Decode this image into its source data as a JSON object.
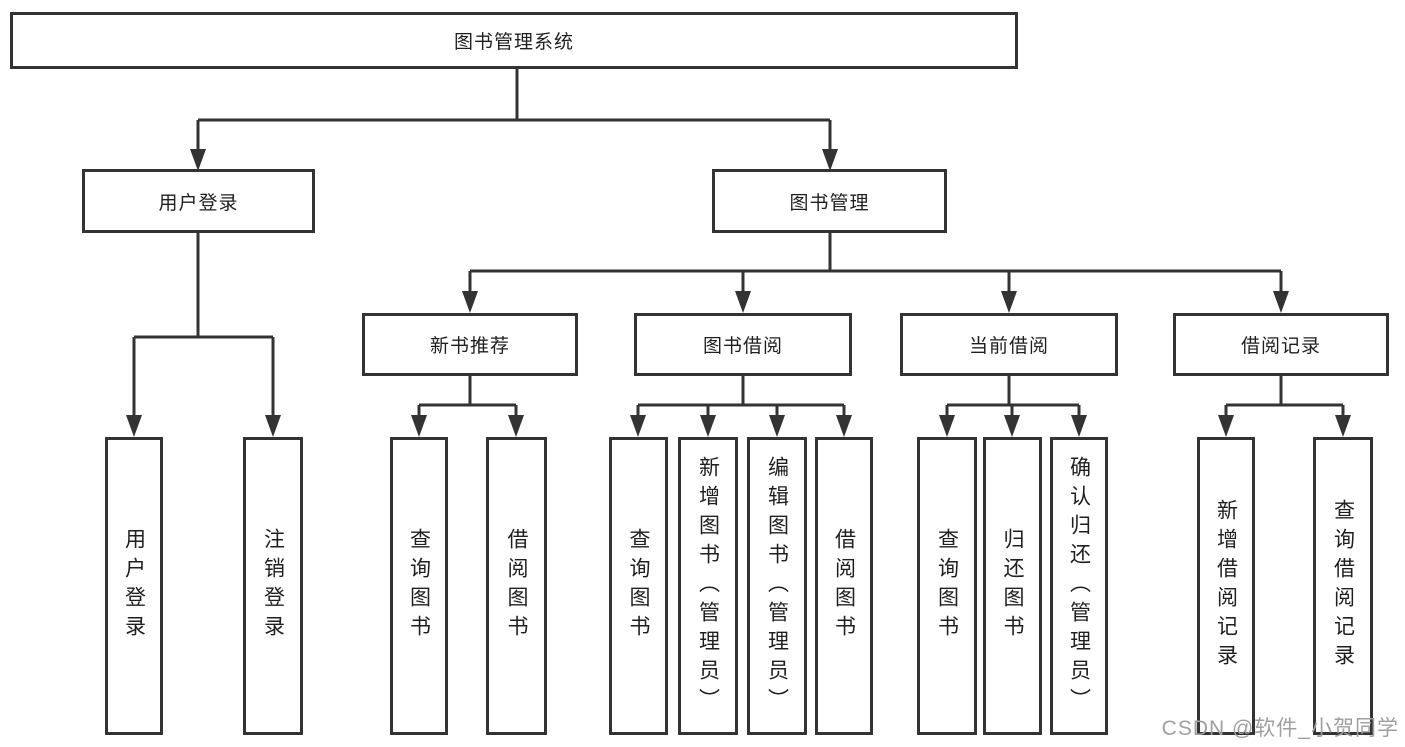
{
  "title": {
    "label": "图书管理系统"
  },
  "tree": {
    "userLogin": {
      "label": "用户登录",
      "leaves": [
        "用户登录",
        "注销登录"
      ]
    },
    "bookManagement": {
      "label": "图书管理"
    },
    "newBookRecommend": {
      "label": "新书推荐",
      "leaves": [
        "查询图书",
        "借阅图书"
      ]
    },
    "bookBorrow": {
      "label": "图书借阅",
      "leaves": [
        "查询图书",
        "新增图书（管理员）",
        "编辑图书（管理员）",
        "借阅图书"
      ]
    },
    "currentBorrow": {
      "label": "当前借阅",
      "leaves": [
        "查询图书",
        "归还图书",
        "确认归还（管理员）"
      ]
    },
    "borrowRecord": {
      "label": "借阅记录",
      "leaves": [
        "新增借阅记录",
        "查询借阅记录"
      ]
    }
  },
  "watermark": {
    "text": "CSDN @软件_小贺同学",
    "color": "#9f9f9f"
  },
  "colors": {
    "line": "#333333",
    "box_border": "#333333",
    "background": "#ffffff",
    "text": "#1f1f1f"
  }
}
